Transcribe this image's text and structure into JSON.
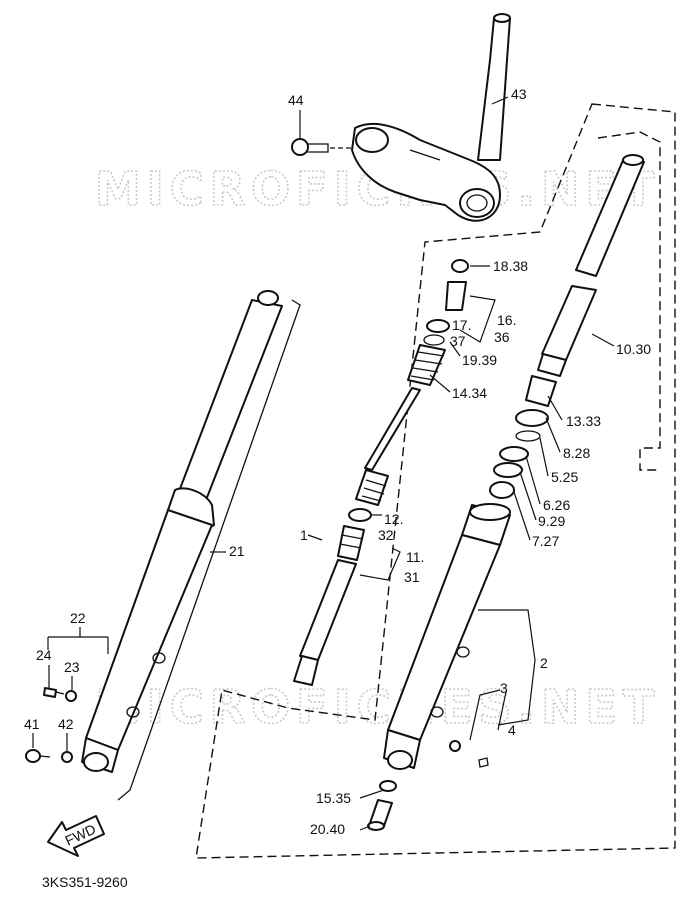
{
  "watermarks": [
    "MICROFICHES.NET",
    "MICROFICHES.NET"
  ],
  "drawing_code": "3KS351-9260",
  "fwd_label": "FWD",
  "callouts": {
    "c43": "43",
    "c44": "44",
    "c18": "18.38",
    "c16a": "16.",
    "c16b": "36",
    "c17a": "17.",
    "c17b": "37",
    "c19": "19.39",
    "c10": "10.30",
    "c14": "14.34",
    "c13": "13.33",
    "c8": "8.28",
    "c5": "5.25",
    "c6": "6.26",
    "c12a": "12.",
    "c12b": "32",
    "c9": "9.29",
    "c1": "1",
    "c7": "7.27",
    "c21": "21",
    "c11a": "11.",
    "c11b": "31",
    "c22": "22",
    "c24": "24",
    "c23": "23",
    "c2": "2",
    "c3": "3",
    "c4": "4",
    "c41": "41",
    "c42": "42",
    "c15": "15.35",
    "c20": "20.40"
  }
}
